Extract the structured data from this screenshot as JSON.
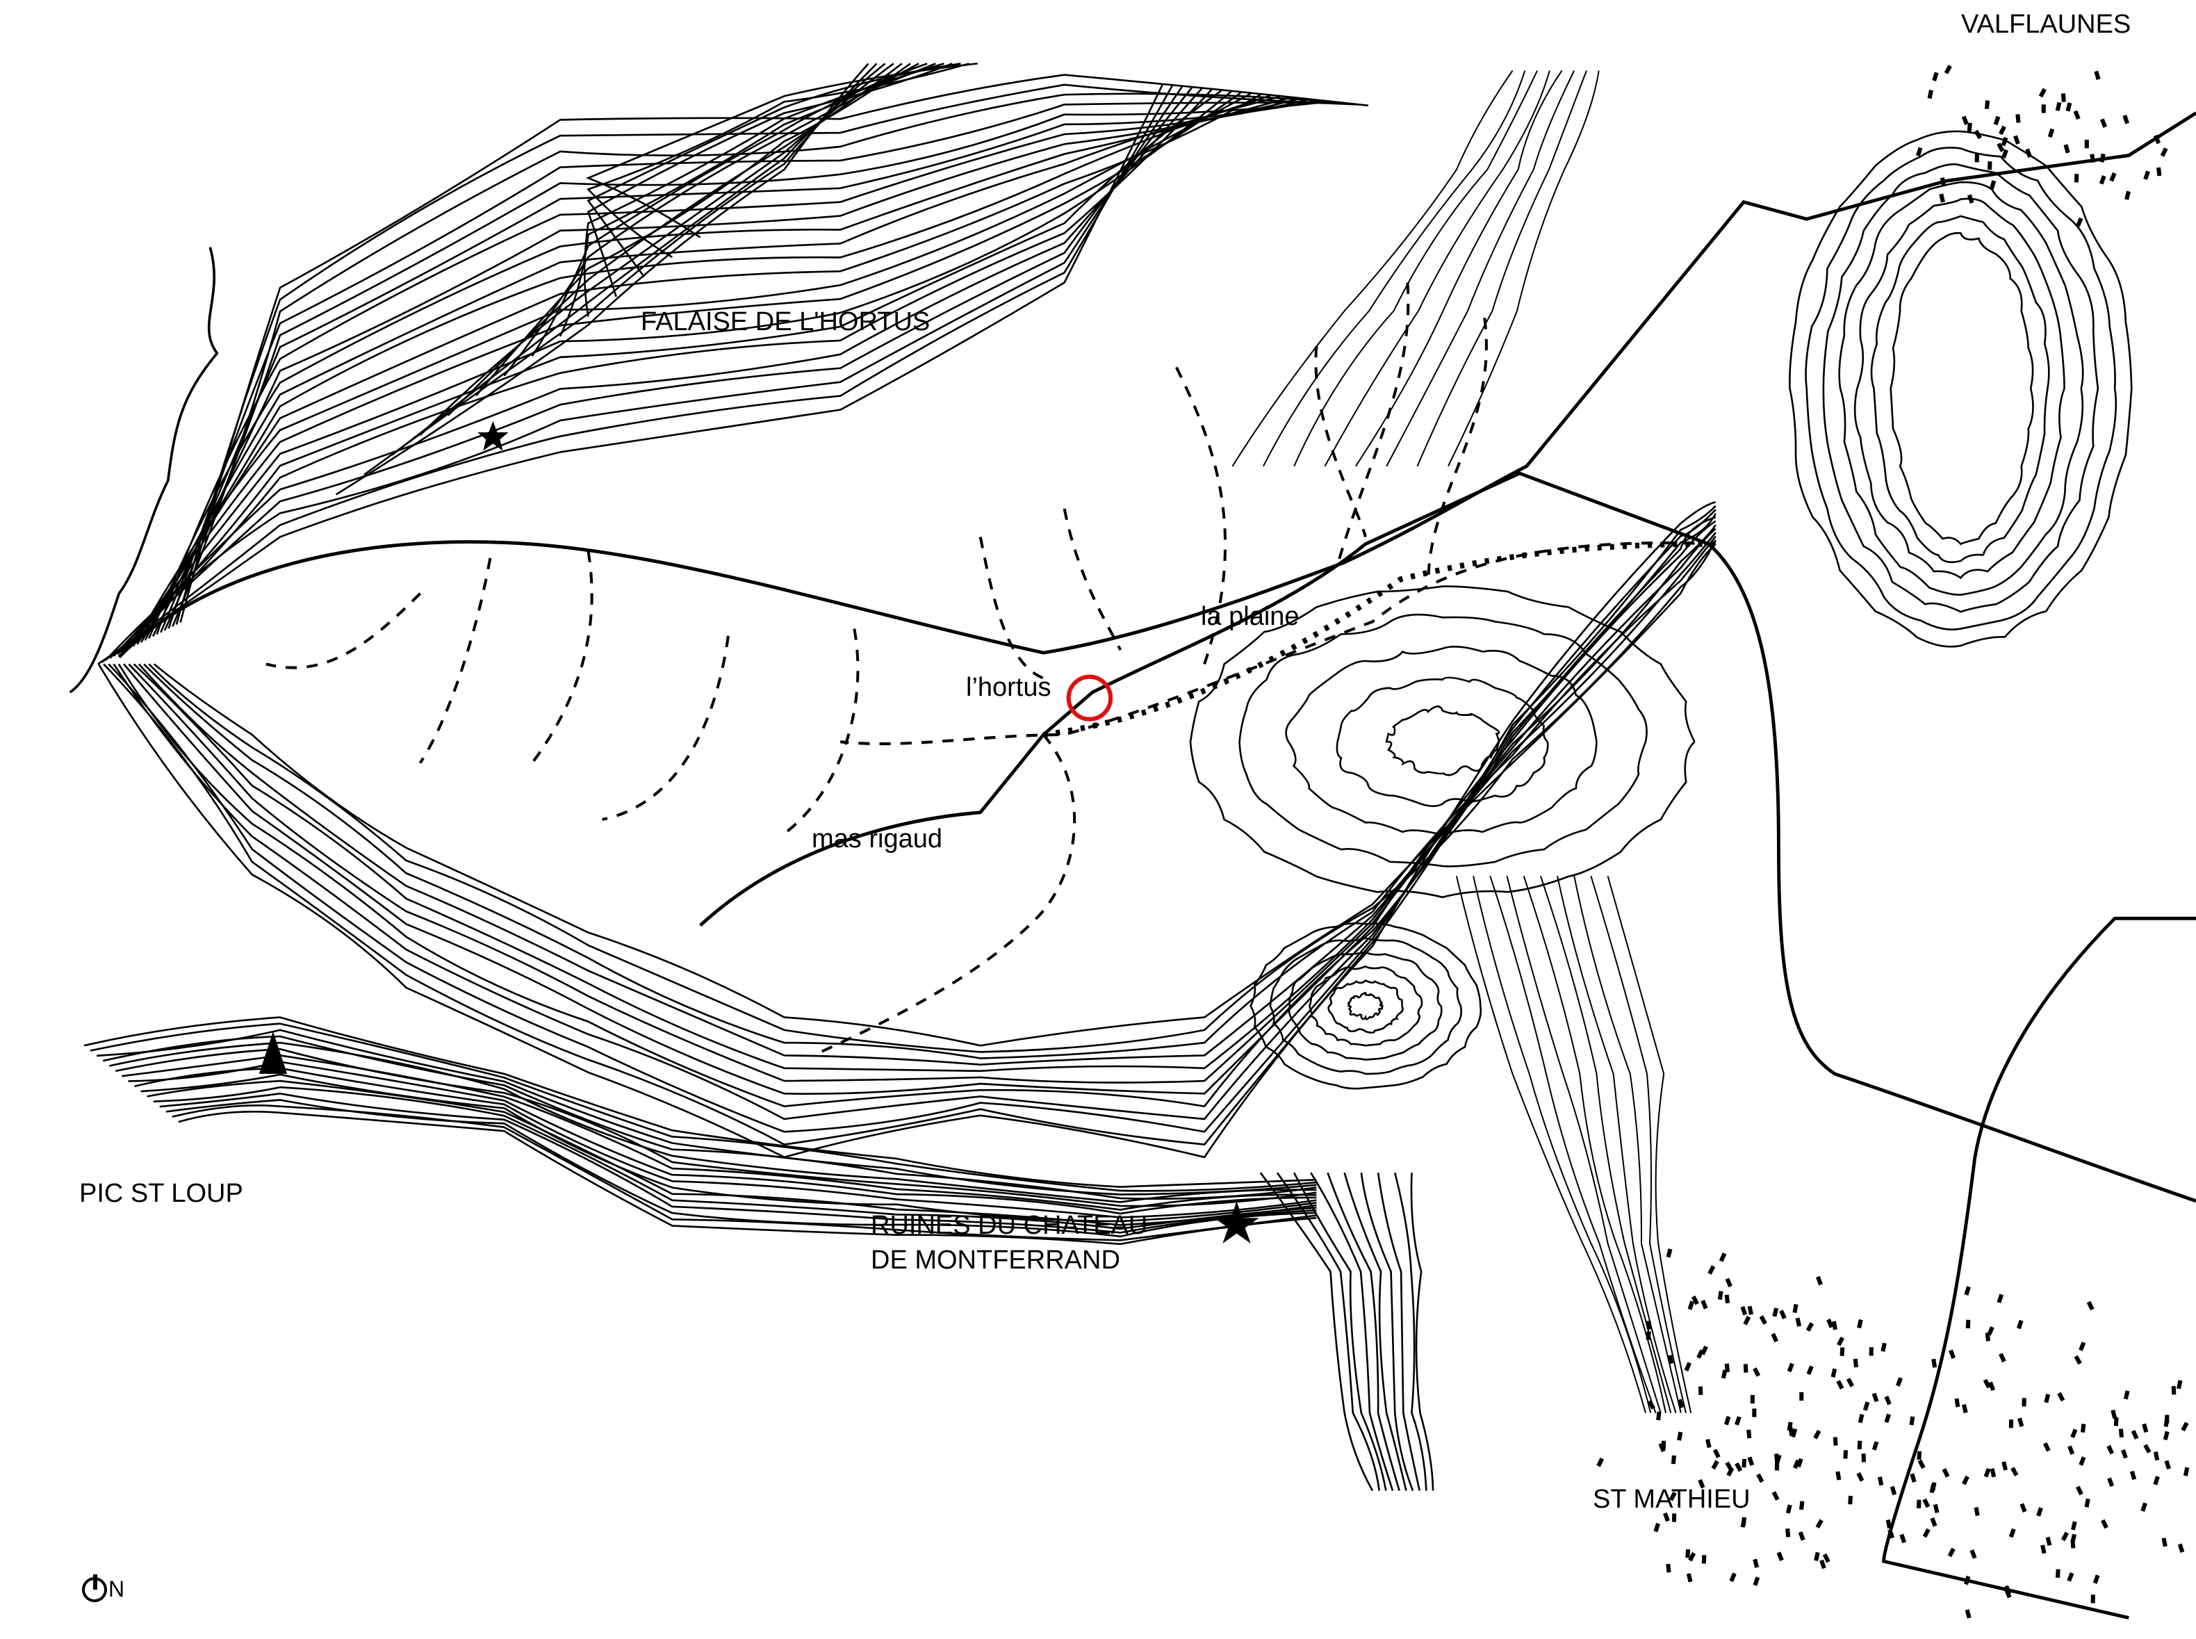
{
  "map": {
    "labels": {
      "valflaunes": "VALFLAUNES",
      "falaise": "FALAISE DE L'HORTUS",
      "la_plaine": "la plaine",
      "lhortus": "l’hortus",
      "mas_rigaud": "mas rigaud",
      "pic_st_loup": "PIC ST LOUP",
      "ruines_line1": "RUINES DU CHATEAU",
      "ruines_line2": "DE MONTFERRAND",
      "st_mathieu": "ST MATHIEU"
    },
    "north_label": "N",
    "colors": {
      "ink": "#000000",
      "marker": "#e01010",
      "background": "#ffffff"
    }
  }
}
